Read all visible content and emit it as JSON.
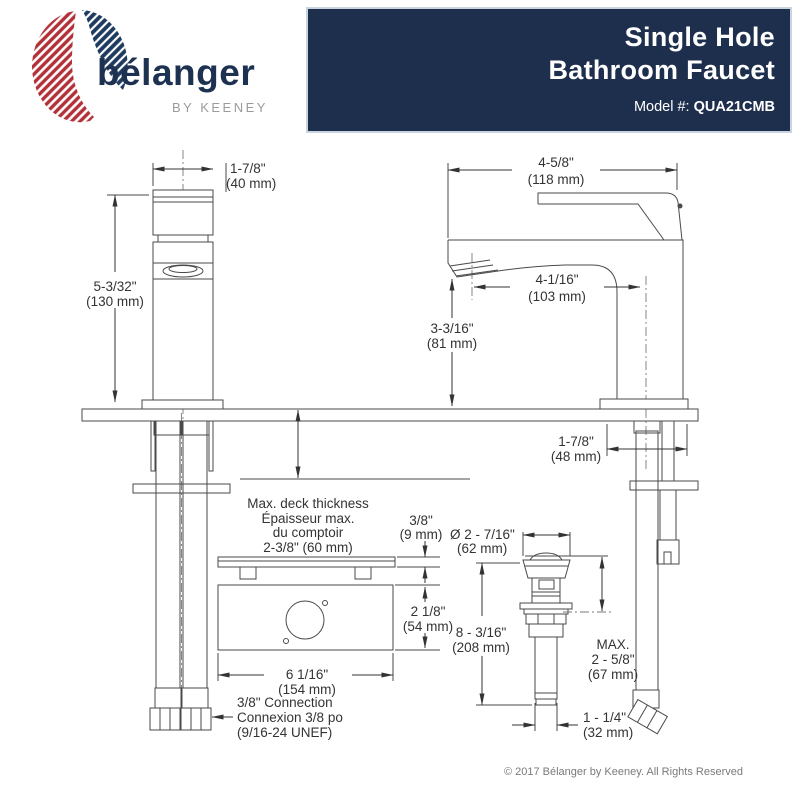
{
  "header": {
    "brand": "bélanger",
    "brand_sub": "BY KEENEY",
    "title_line1": "Single Hole",
    "title_line2": "Bathroom Faucet",
    "model_label": "Model #: ",
    "model_value": "QUA21CMB",
    "navy": "#1e2f4e",
    "logo_red": "#b23037",
    "logo_navy": "#1e3a5e"
  },
  "dims": {
    "front_width_in": "1-7/8\"",
    "front_width_mm": "(40 mm)",
    "front_height_in": "5-3/32\"",
    "front_height_mm": "(130 mm)",
    "side_width_in": "4-5/8\"",
    "side_width_mm": "(118 mm)",
    "side_reach_in": "4-1/16\"",
    "side_reach_mm": "(103 mm)",
    "side_height_in": "3-3/16\"",
    "side_height_mm": "(81 mm)",
    "clearance_in": "1-7/8\"",
    "clearance_mm": "(48 mm)",
    "deck1": "Max. deck thickness",
    "deck2": "Épaisseur max.",
    "deck3": "du comptoir",
    "deck4": "2-3/8\" (60 mm)",
    "plate_thick_in": "3/8\"",
    "plate_thick_mm": "(9 mm)",
    "plate_depth_in": "2 1/8\"",
    "plate_depth_mm": "(54 mm)",
    "plate_len_in": "6 1/16\"",
    "plate_len_mm": "(154 mm)",
    "drain_dia_in": "Ø 2 - 7/16\"",
    "drain_dia_mm": "(62 mm)",
    "drain_h_in": "8 - 3/16\"",
    "drain_h_mm": "(208 mm)",
    "drain_max1": "MAX.",
    "drain_max2": "2 - 5/8\"",
    "drain_max3": "(67 mm)",
    "tail_in": "1 - 1/4\"",
    "tail_mm": "(32 mm)",
    "conn1": "3/8\" Connection",
    "conn2": "Connexion 3/8 po",
    "conn3": "(9/16-24 UNEF)"
  },
  "footer": {
    "copyright": "© 2017 Bélanger by Keeney. All Rights Reserved"
  }
}
